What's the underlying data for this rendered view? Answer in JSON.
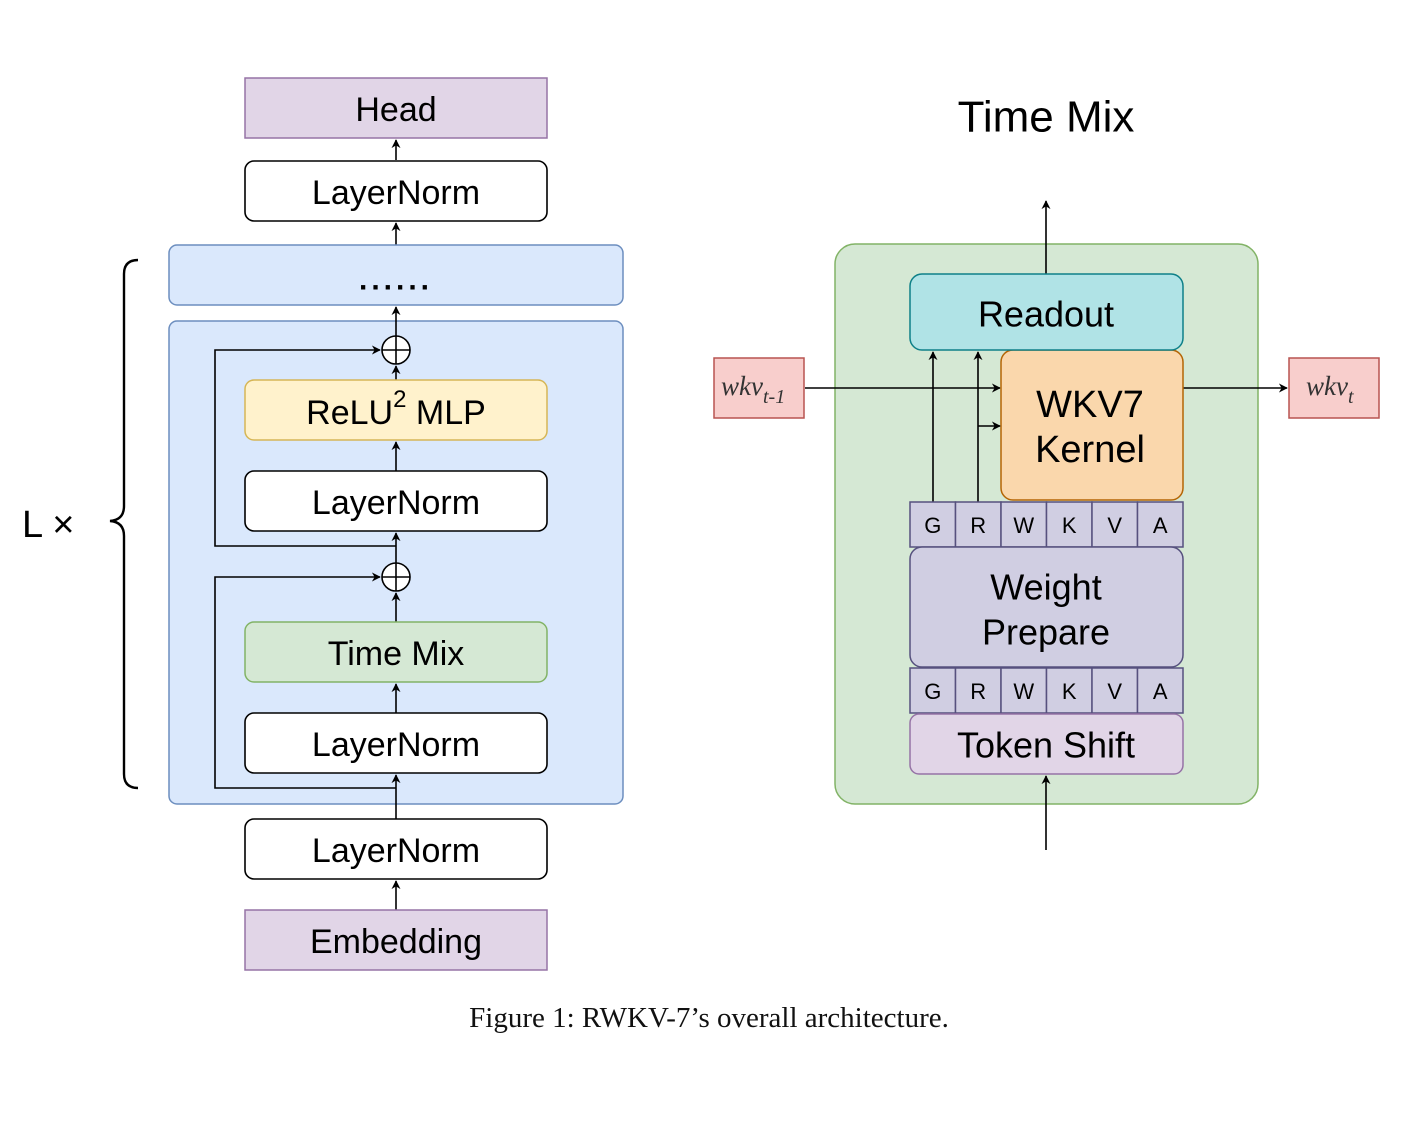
{
  "figure": {
    "caption": "Figure 1: RWKV-7’s overall architecture."
  },
  "left_stack": {
    "head": "Head",
    "layernorm_top": "LayerNorm",
    "ellipsis": "......",
    "repeat_label": "L ×",
    "block": {
      "mlp_base": "ReLU",
      "mlp_sup": "2",
      "mlp_rest": " MLP",
      "layernorm_mlp": "LayerNorm",
      "time_mix": "Time Mix",
      "layernorm_time": "LayerNorm"
    },
    "layernorm_bottom": "LayerNorm",
    "embedding": "Embedding"
  },
  "time_mix_detail": {
    "title": "Time Mix",
    "readout": "Readout",
    "kernel_line1": "WKV7",
    "kernel_line2": "Kernel",
    "weight_prepare_line1": "Weight",
    "weight_prepare_line2": "Prepare",
    "token_shift": "Token Shift",
    "channels_upper": [
      "G",
      "R",
      "W",
      "K",
      "V",
      "A"
    ],
    "channels_lower": [
      "G",
      "R",
      "W",
      "K",
      "V",
      "A"
    ],
    "state_in": {
      "base": "wkv",
      "sub": "t-1"
    },
    "state_out": {
      "base": "wkv",
      "sub": "t"
    }
  },
  "colors": {
    "head_embed_fill": "#e1d5e7",
    "head_embed_stroke": "#9673a6",
    "block_fill": "#dae8fc",
    "block_stroke": "#6c8ebf",
    "mlp_fill": "#fff2cc",
    "mlp_stroke": "#d6b656",
    "timemix_fill": "#d5e8d4",
    "timemix_stroke": "#82b366",
    "readout_fill": "#b0e3e6",
    "readout_stroke": "#0e8088",
    "kernel_fill": "#fad7ac",
    "kernel_stroke": "#b46504",
    "weight_fill": "#d0cee2",
    "weight_stroke": "#56517e",
    "state_fill": "#f8cecc",
    "state_stroke": "#b85450"
  }
}
